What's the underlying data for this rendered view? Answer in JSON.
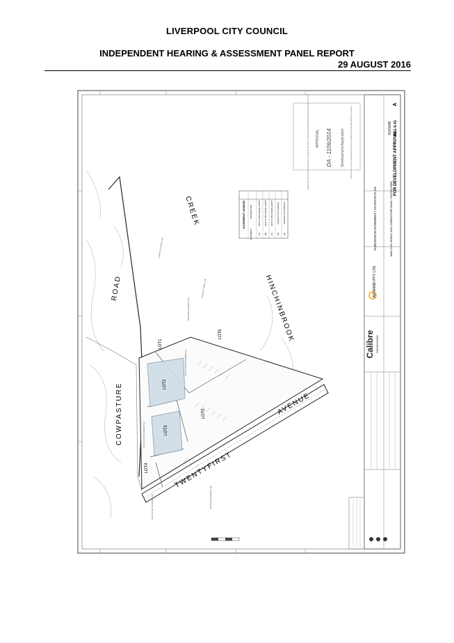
{
  "header": {
    "council": "LIVERPOOL CITY COUNCIL",
    "report_title": "INDEPENDENT HEARING & ASSESSMENT PANEL REPORT",
    "date": "29 AUGUST 2016"
  },
  "plan": {
    "roads": {
      "cowpasture": "COWPASTURE",
      "road": "ROAD",
      "twentyfirst": "TWENTYFIRST",
      "avenue": "AVENUE",
      "hinchinbrook": "HINCHINBROOK",
      "creek": "CREEK"
    },
    "lots": {
      "lot1": "LOT1",
      "lot2": "LOT2",
      "lot3": "LOT3",
      "lot4": "LOT4",
      "lot5": "LOT5",
      "lot6": "LOT6"
    },
    "legend": {
      "title": "EASEMENT LEGEND",
      "col_easement": "EASEMENT",
      "col_description": "DESCRIPTION",
      "rows": [
        {
          "code": "(A)",
          "desc": "RIGHT OF WAY VARIABLE WIDTH"
        },
        {
          "code": "(B)",
          "desc": "RIGHT OF WAY VARIABLE WIDTH"
        },
        {
          "code": "(C)",
          "desc": "RIGHT OF WAY VARIABLE WIDTH"
        },
        {
          "code": "(D)",
          "desc": "EASEMENT FOR DRAINAGE"
        },
        {
          "code": "(E)",
          "desc": "EASEMENT FOR DRAINAGE"
        }
      ]
    },
    "stamp": {
      "approved_text": "Approved by the Council of Liverpool City under the provisions of the Environmental Planning and Assessment Act 1979",
      "approval": "APPROVAL",
      "da_number": "DA - 1106/2014",
      "da_caption": "Development Application",
      "da_note": "Plans to be read in conjunction with the conditions of the development consent."
    },
    "title_block": {
      "status": "FOR DEVELOPMENT APPROVAL",
      "client": "AMARINO PTY. LTD.",
      "drawing_title": "SUBDIVISION EASEMENT LOCATION PLAN",
      "project": "MAIN CIVIL WORKS 3001 COWPASTURE ROAD, HOXTON PARK",
      "job_no": "S141046",
      "drawing_no": "MC1-S-01",
      "revision": "A",
      "consultant": "Calibre",
      "consultant_sub": "CONSULTING"
    },
    "annotations": {
      "surveyed_creek": "SURVEYED CREEK LINE",
      "original_creek": "ORIGINAL CREEK LINE",
      "drainage_d": "DRAINAGE EASEMENT (D)",
      "drainage_e": "DRAINAGE EASEMENT (E)",
      "row_a": "RIGHT OF WAY EASEMENT (A)",
      "row_b": "RIGHT OF WAY EASEMENT (B)",
      "row_c": "RIGHT OF WAY EASEMENT (C)"
    }
  }
}
